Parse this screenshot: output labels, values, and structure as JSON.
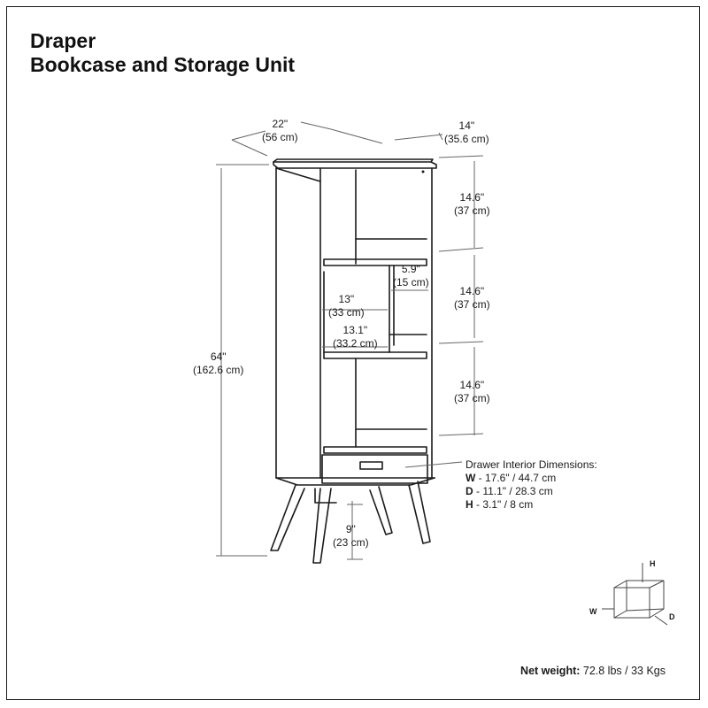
{
  "title": {
    "line1": "Draper",
    "line2": "Bookcase and Storage Unit"
  },
  "dimensions": {
    "width": {
      "in": "22\"",
      "cm": "(56 cm)"
    },
    "depth": {
      "in": "14\"",
      "cm": "(35.6 cm)"
    },
    "height": {
      "in": "64\"",
      "cm": "(162.6 cm)"
    },
    "shelf_top": {
      "in": "14.6\"",
      "cm": "(37 cm)"
    },
    "shelf_mid": {
      "in": "14.6\"",
      "cm": "(37 cm)"
    },
    "shelf_bottom": {
      "in": "14.6\"",
      "cm": "(37 cm)"
    },
    "narrow_cubby": {
      "in": "5.9\"",
      "cm": "(15 cm)"
    },
    "wide_cubby": {
      "in": "13\"",
      "cm": "(33 cm)"
    },
    "shelf_width": {
      "in": "13.1\"",
      "cm": "(33.2 cm)"
    },
    "leg_height": {
      "in": "9\"",
      "cm": "(23 cm)"
    }
  },
  "drawer": {
    "heading": "Drawer Interior Dimensions:",
    "w_key": "W",
    "w_val": " - 17.6\" / 44.7 cm",
    "d_key": "D",
    "d_val": " - 11.1\" / 28.3 cm",
    "h_key": "H",
    "h_val": " - 3.1\" / 8 cm"
  },
  "axes": {
    "h": "H",
    "w": "W",
    "d": "D"
  },
  "net_weight": {
    "label": "Net weight:",
    "value": " 72.8 lbs / 33 Kgs"
  },
  "colors": {
    "line": "#1a1a1a",
    "dim": "#555555"
  }
}
